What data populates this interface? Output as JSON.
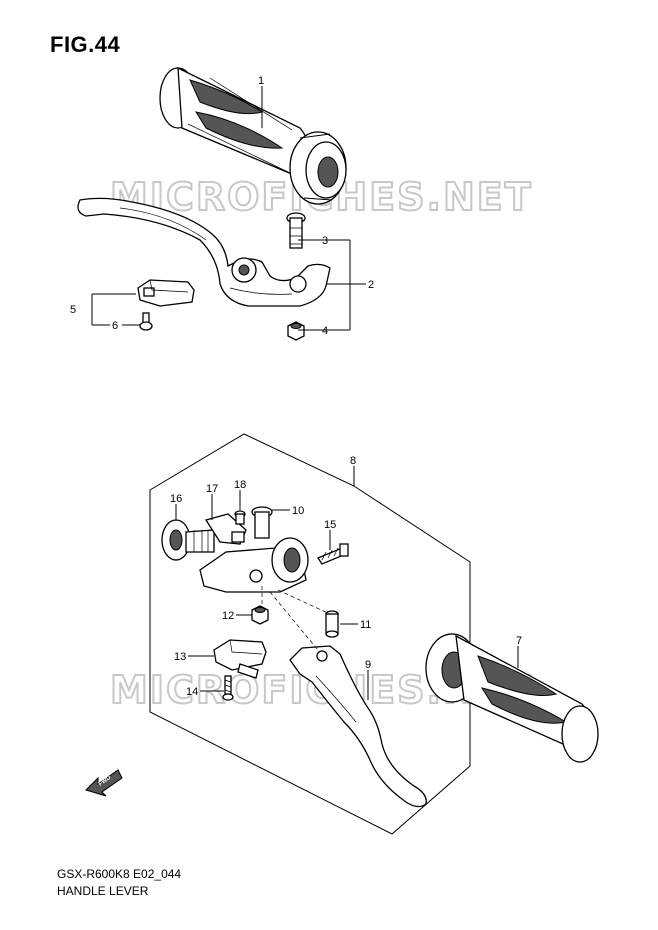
{
  "figure": {
    "title": "FIG.44",
    "code": "GSX-R600K8 E02_044",
    "name": "HANDLE LEVER"
  },
  "watermark": "MICROFICHES.NET",
  "callouts": [
    {
      "id": "c1",
      "label": "1"
    },
    {
      "id": "c2",
      "label": "2"
    },
    {
      "id": "c3",
      "label": "3"
    },
    {
      "id": "c4",
      "label": "4"
    },
    {
      "id": "c5",
      "label": "5"
    },
    {
      "id": "c6",
      "label": "6"
    },
    {
      "id": "c7",
      "label": "7"
    },
    {
      "id": "c8",
      "label": "8"
    },
    {
      "id": "c9",
      "label": "9"
    },
    {
      "id": "c10",
      "label": "10"
    },
    {
      "id": "c11",
      "label": "11"
    },
    {
      "id": "c12",
      "label": "12"
    },
    {
      "id": "c13",
      "label": "13"
    },
    {
      "id": "c14",
      "label": "14"
    },
    {
      "id": "c15",
      "label": "15"
    },
    {
      "id": "c16",
      "label": "16"
    },
    {
      "id": "c17",
      "label": "17"
    },
    {
      "id": "c18",
      "label": "18"
    }
  ],
  "fwd_arrow": {
    "label": "FWD",
    "icon": "forward-arrow-icon"
  }
}
